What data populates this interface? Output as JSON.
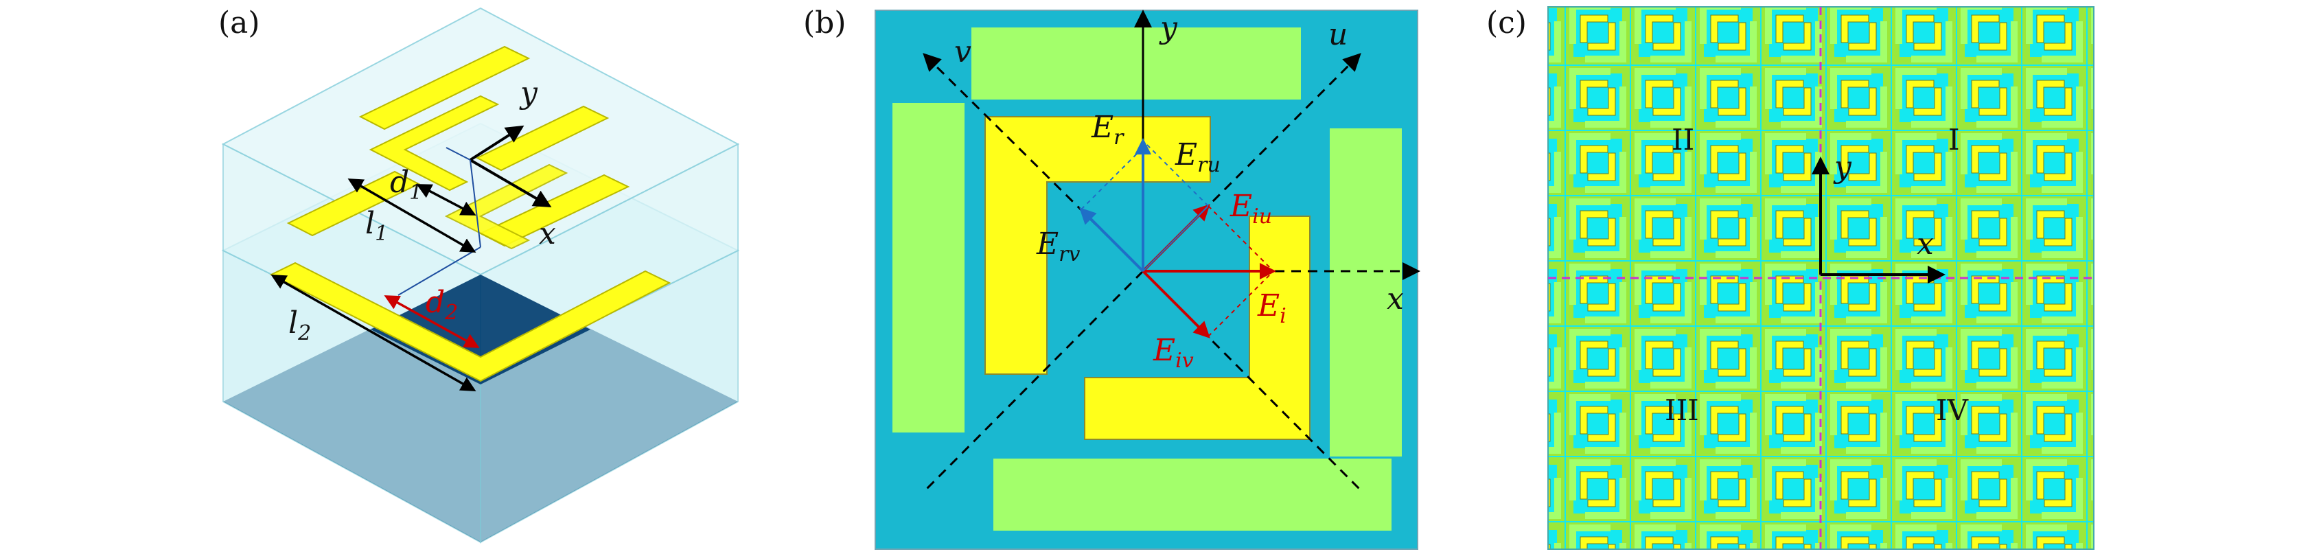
{
  "panels": {
    "a": {
      "label": "(a)",
      "l1": "l",
      "l1_sub": "1",
      "l2": "l",
      "l2_sub": "2",
      "d1": "d",
      "d1_sub": "1",
      "d2": "d",
      "d2_sub": "2",
      "x": "x",
      "y": "y"
    },
    "b": {
      "label": "(b)",
      "y": "y",
      "x": "x",
      "u": "u",
      "v": "v",
      "Er": "E",
      "Er_sub": "r",
      "Eru": "E",
      "Eru_sub": "ru",
      "Eiu": "E",
      "Eiu_sub": "iu",
      "Erv": "E",
      "Erv_sub": "rv",
      "Ei": "E",
      "Ei_sub": "i",
      "Eiv": "E",
      "Eiv_sub": "iv"
    },
    "c": {
      "label": "(c)",
      "quadrants": [
        "I",
        "II",
        "III",
        "IV"
      ],
      "x": "x",
      "y": "y"
    }
  },
  "colors": {
    "substrate": "#1ab8d0",
    "ground": "#003b6e",
    "yellow_layer": "#ffff1a",
    "green_layer": "#a3ff6b",
    "incident_arrow": "#cc0000",
    "reflected_arrow": "#1f6fc7",
    "tile_bg": "#14e8f0",
    "grid_dash": "#cc33cc"
  }
}
